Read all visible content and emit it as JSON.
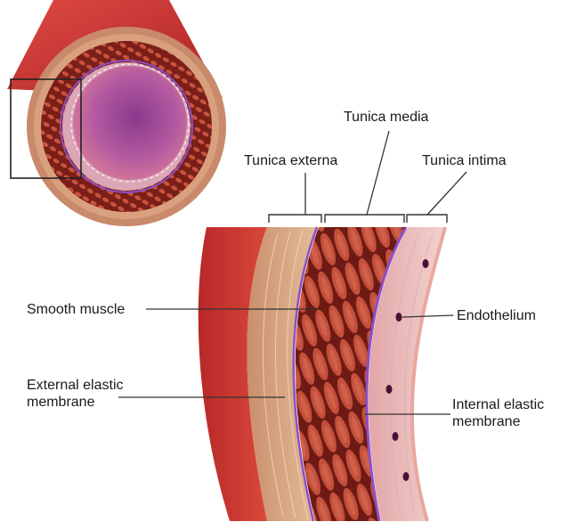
{
  "labels": {
    "tunica_media": "Tunica media",
    "tunica_externa": "Tunica externa",
    "tunica_intima": "Tunica intima",
    "smooth_muscle": "Smooth muscle",
    "endothelium": "Endothelium",
    "external_elastic_line1": "External elastic",
    "external_elastic_line2": "membrane",
    "internal_elastic_line1": "Internal elastic",
    "internal_elastic_line2": "membrane"
  },
  "colors": {
    "externa": "#d8a884",
    "media": "#b8402e",
    "media_dark": "#6e1a14",
    "intima": "#e9b5b0",
    "elastic": "#8a4fc8",
    "nucleus": "#4a1035",
    "lumen": "#a45aa0",
    "outer_red": "#c62f2a"
  }
}
